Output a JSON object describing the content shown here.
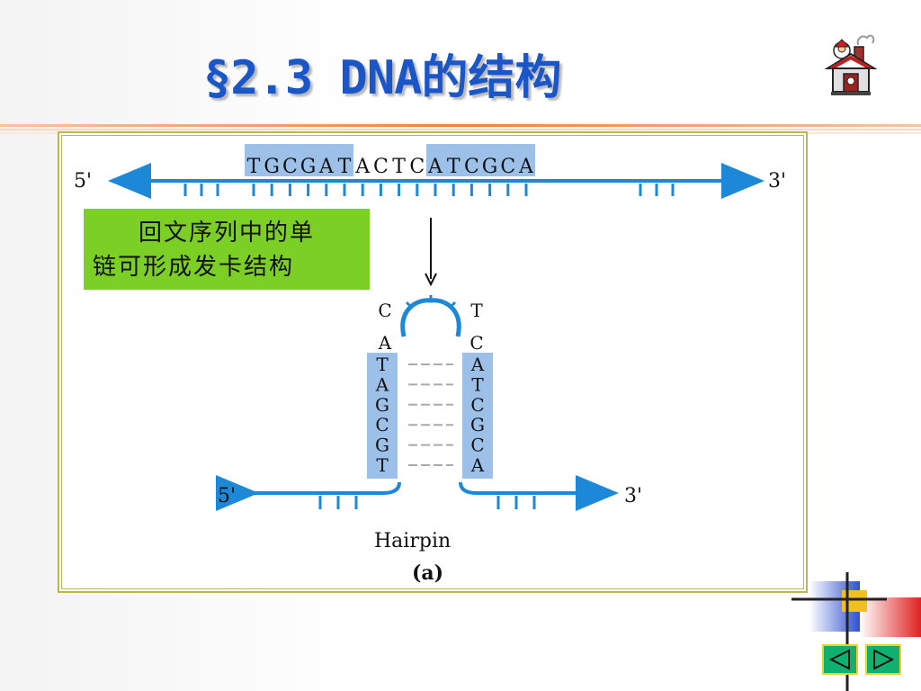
{
  "slide": {
    "title_prefix": "§2.3 DNA",
    "title_cjk": "的结构"
  },
  "note": {
    "line1": "回文序列中的单",
    "line2": "链可形成发卡结构"
  },
  "diagram": {
    "top_strand": {
      "left_end": "5'",
      "right_end": "3'",
      "sequence": [
        "T",
        "G",
        "C",
        "G",
        "A",
        "T",
        "A",
        "C",
        "T",
        "C",
        "A",
        "T",
        "C",
        "G",
        "C",
        "A"
      ],
      "highlight_left": [
        0,
        5
      ],
      "highlight_right": [
        10,
        15
      ]
    },
    "hairpin": {
      "loop_left": [
        "C",
        "A"
      ],
      "loop_right": [
        "T",
        "C"
      ],
      "stem_left": [
        "T",
        "A",
        "G",
        "C",
        "G",
        "T"
      ],
      "stem_right": [
        "A",
        "T",
        "C",
        "G",
        "C",
        "A"
      ],
      "left_end": "5'",
      "right_end": "3'"
    },
    "label": "Hairpin",
    "panel": "(a)"
  },
  "colors": {
    "title": "#1a56c8",
    "strand": "#1e88d8",
    "highlight": "#9cc0e8",
    "note_bg": "#7ccf25",
    "frame": "#b8b850"
  },
  "icons": {
    "home": "home-icon",
    "prev": "triangle-left-icon",
    "next": "triangle-right-icon"
  }
}
